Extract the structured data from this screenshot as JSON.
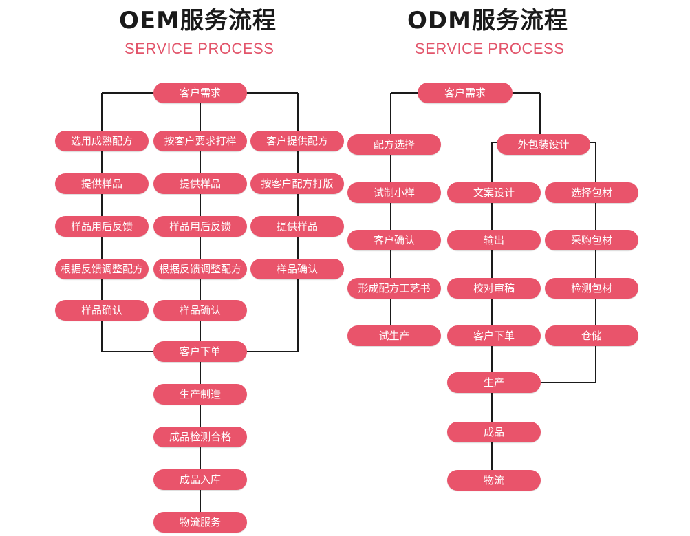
{
  "oem": {
    "title": "OEM服务流程",
    "subtitle": "SERVICE PROCESS",
    "need": "客户需求",
    "col_a": [
      "选用成熟配方",
      "提供样品",
      "样品用后反馈",
      "根据反馈调整配方",
      "样品确认"
    ],
    "col_b": [
      "按客户要求打样",
      "提供样品",
      "样品用后反馈",
      "根据反馈调整配方",
      "样品确认"
    ],
    "col_c": [
      "客户提供配方",
      "按客户配方打版",
      "提供样品",
      "样品确认"
    ],
    "order": "客户下单",
    "tail": [
      "生产制造",
      "成品检测合格",
      "成品入库",
      "物流服务"
    ]
  },
  "odm": {
    "title": "ODM服务流程",
    "subtitle": "SERVICE PROCESS",
    "need": "客户需求",
    "formula": [
      "配方选择",
      "试制小样",
      "客户确认",
      "形成配方工艺书",
      "试生产"
    ],
    "packaging": "外包装设计",
    "copy": [
      "文案设计",
      "输出",
      "校对审稿"
    ],
    "material": [
      "选择包材",
      "采购包材",
      "检测包材",
      "仓储"
    ],
    "order": "客户下单",
    "tail": [
      "生产",
      "成品",
      "物流"
    ]
  },
  "colors": {
    "node": "#e9546b",
    "accent": "#e2546a",
    "line": "#1a1a1a"
  }
}
